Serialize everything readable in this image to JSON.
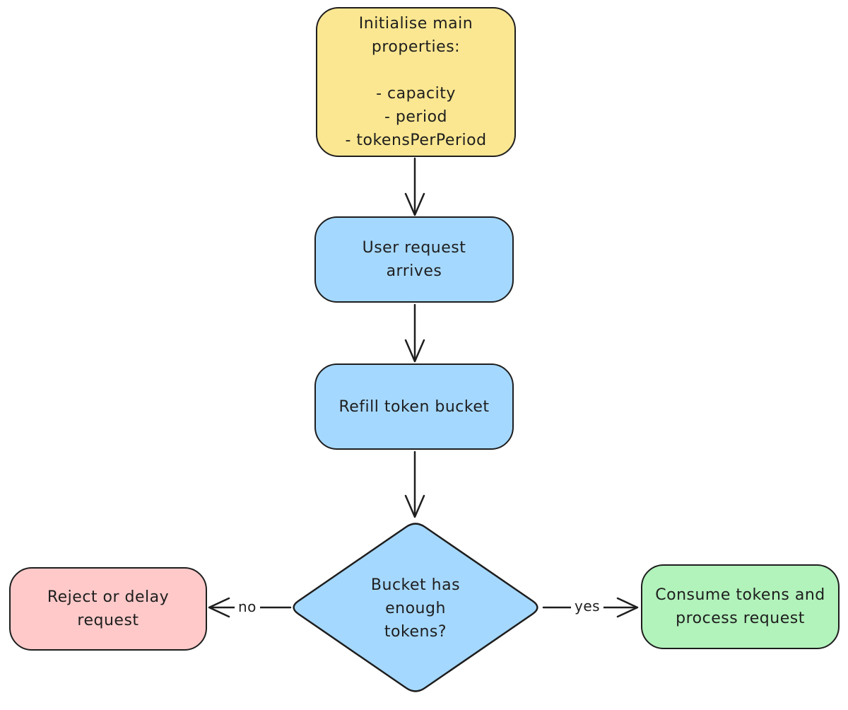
{
  "style": {
    "background": "#ffffff",
    "stroke": "#1e1e1e",
    "text_color": "#1e1e1e"
  },
  "nodes": {
    "init": {
      "text": "Initialise main\nproperties:\n\n- capacity\n- period\n- tokensPerPeriod",
      "fill": "#fbe791"
    },
    "user_request": {
      "text": "User request\narrives",
      "fill": "#a5d8ff"
    },
    "refill": {
      "text": "Refill token bucket",
      "fill": "#a5d8ff"
    },
    "decision": {
      "text": "Bucket has\nenough\ntokens?",
      "fill": "#a5d8ff"
    },
    "reject": {
      "text": "Reject or delay\nrequest",
      "fill": "#ffc9c9"
    },
    "consume": {
      "text": "Consume tokens and\nprocess request",
      "fill": "#b2f2bb"
    }
  },
  "edges": {
    "no_label": "no",
    "yes_label": "yes"
  }
}
